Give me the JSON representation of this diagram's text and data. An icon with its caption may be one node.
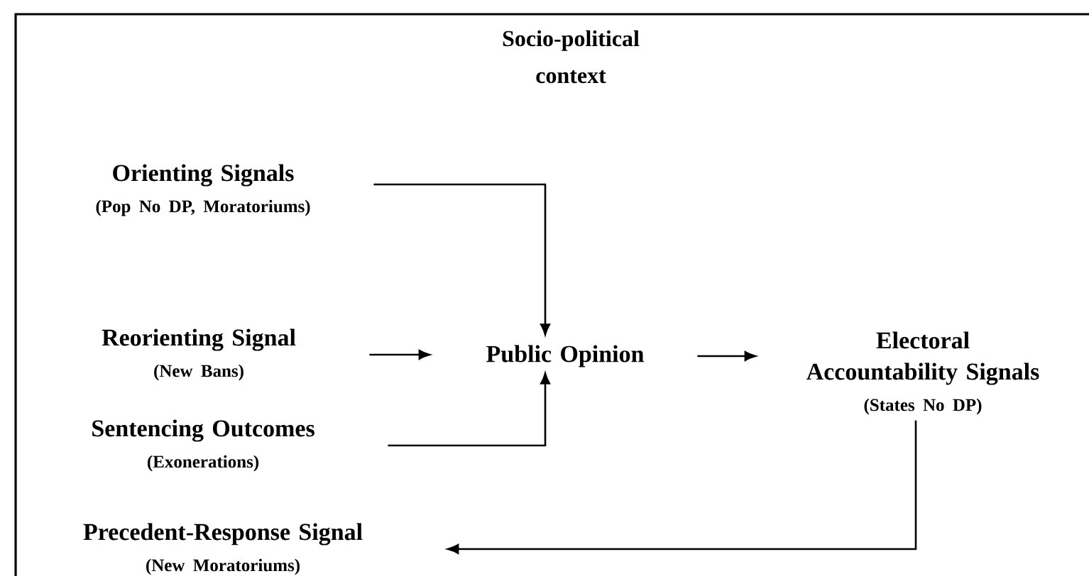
{
  "diagram": {
    "nodes": [
      {
        "text": [
          "Socio-political context"
        ]
      },
      {
        "text": [
          "Orienting Signals",
          "(Pop No DP, Moratoriums)"
        ],
        "in": 0
      },
      {
        "text": [
          "Reorienting Signal",
          "(New Bans)"
        ],
        "in": 0
      },
      {
        "text": [
          "Sentencing Outcomes",
          "(Exonerations)"
        ],
        "in": 0
      },
      {
        "text": [
          "Public Opinion"
        ],
        "in": 0
      },
      {
        "text": [
          "Electoral Accountability Signals",
          "(States No DP)"
        ],
        "in": 0
      },
      {
        "text": [
          "Precedent-Response Signal",
          "(New Moratoriums)"
        ],
        "in": 0
      }
    ],
    "edges": [
      {
        "from": 1,
        "to": 4,
        "arrow": "to"
      },
      {
        "from": 2,
        "to": 4,
        "arrow": "to"
      },
      {
        "from": 3,
        "to": 4,
        "arrow": "to"
      },
      {
        "from": 4,
        "to": 5,
        "arrow": "to"
      },
      {
        "from": 5,
        "to": 6,
        "arrow": "to"
      }
    ]
  }
}
